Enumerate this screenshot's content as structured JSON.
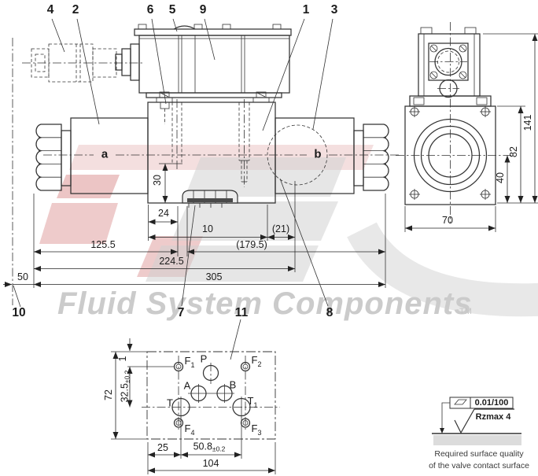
{
  "drawing": {
    "callouts": {
      "c1": "1",
      "c2": "2",
      "c3": "3",
      "c4": "4",
      "c5": "5",
      "c6": "6",
      "c7": "7",
      "c8": "8",
      "c9": "9",
      "c10": "10",
      "c11": "11"
    },
    "side_view": {
      "solenoid_a": "a",
      "solenoid_b": "b",
      "dims": {
        "d30": "30",
        "d24": "24",
        "d10": "10",
        "d21": "(21)",
        "d125_5": "125.5",
        "d179_5": "(179.5)",
        "d224_5": "224.5",
        "d305": "305",
        "d50": "50"
      }
    },
    "end_view": {
      "dims": {
        "d141": "141",
        "d82": "82",
        "d40": "40",
        "d70": "70"
      }
    },
    "mounting_view": {
      "ports": {
        "F1": {
          "base": "F",
          "sub": "1"
        },
        "P": {
          "base": "P",
          "sub": ""
        },
        "F2": {
          "base": "F",
          "sub": "2"
        },
        "A": {
          "base": "A",
          "sub": ""
        },
        "B": {
          "base": "B",
          "sub": ""
        },
        "T": {
          "base": "T",
          "sub": ""
        },
        "T1": {
          "base": "T",
          "sub": "1"
        },
        "F4": {
          "base": "F",
          "sub": "4"
        },
        "F3": {
          "base": "F",
          "sub": "3"
        }
      },
      "dims": {
        "d72": "72",
        "d32_5": {
          "main": "32.5",
          "tol": "±0.2"
        },
        "d1": "1",
        "d25": "25",
        "d50_8": {
          "main": "50.8",
          "tol": "±0.2"
        },
        "d104": "104"
      }
    },
    "surface_quality": {
      "flatness": "0.01/100",
      "roughness": "Rzmax 4",
      "caption_line1": "Required surface quality",
      "caption_line2": "of the valve contact surface"
    },
    "watermark": {
      "brand": "Fluid System Components",
      "tm": "TM"
    },
    "colors": {
      "line": "#333333",
      "logo_red": "#d98c8c",
      "logo_gray": "#d2d2d2",
      "watermark_text": "#cccccc"
    }
  }
}
